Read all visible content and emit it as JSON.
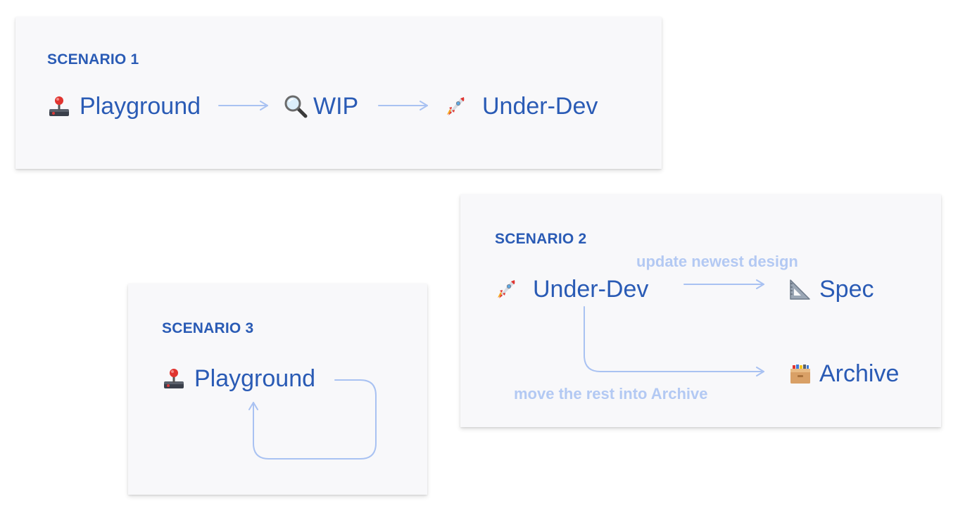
{
  "colors": {
    "card_background": "#f8f8fa",
    "heading": "#2a5bb5",
    "node_text": "#2a5bb5",
    "connector": "#a9c2f2",
    "edge_label": "#b3c9f3"
  },
  "scenario1": {
    "heading": "SCENARIO 1",
    "nodes": [
      {
        "label": "Playground",
        "icon": "joystick-icon"
      },
      {
        "label": "WIP",
        "icon": "magnifier-icon"
      },
      {
        "label": "Under-Dev",
        "icon": "rocket-icon"
      }
    ]
  },
  "scenario2": {
    "heading": "SCENARIO 2",
    "source": {
      "label": "Under-Dev",
      "icon": "rocket-icon"
    },
    "targets": [
      {
        "label": "Spec",
        "icon": "triangle-ruler-icon"
      },
      {
        "label": "Archive",
        "icon": "card-file-box-icon"
      }
    ],
    "edge_labels": [
      "update newest design",
      "move the rest into Archive"
    ]
  },
  "scenario3": {
    "heading": "SCENARIO 3",
    "node": {
      "label": "Playground",
      "icon": "joystick-icon"
    }
  }
}
